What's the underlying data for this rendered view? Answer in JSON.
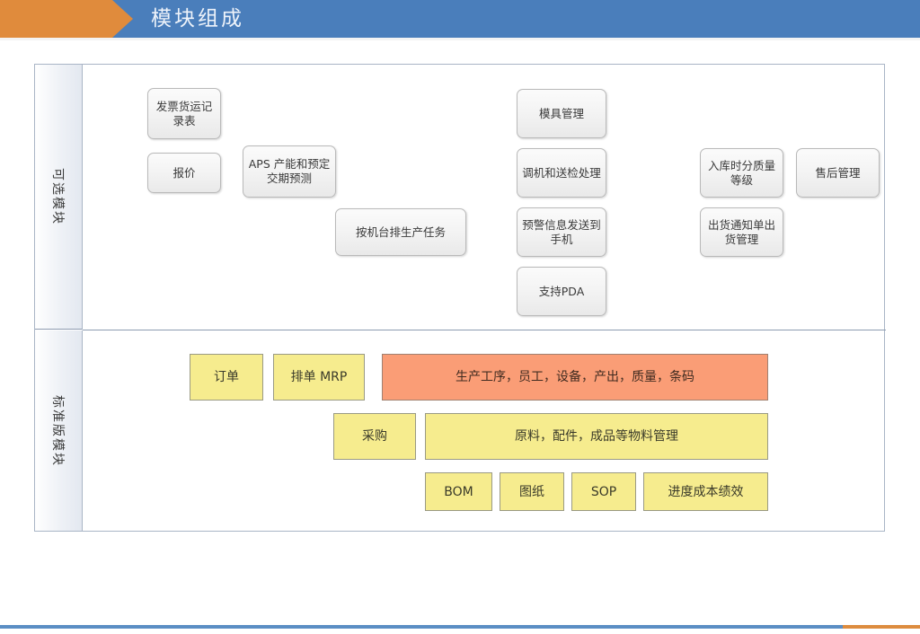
{
  "header": {
    "title": "模块组成",
    "banner_color": "#4a7ebb",
    "arrow_color": "#e08b3c"
  },
  "panel": {
    "sections": [
      {
        "id": "optional",
        "label": "可选模块"
      },
      {
        "id": "standard",
        "label": "标准版模块"
      }
    ]
  },
  "optional_modules": [
    {
      "label": "发票货运记录表"
    },
    {
      "label": "报价"
    },
    {
      "label": "APS 产能和预定交期预测"
    },
    {
      "label": "按机台排生产任务"
    },
    {
      "label": "模具管理"
    },
    {
      "label": "调机和送检处理"
    },
    {
      "label": "预警信息发送到手机"
    },
    {
      "label": "支持PDA"
    },
    {
      "label": "入库时分质量等级"
    },
    {
      "label": "售后管理"
    },
    {
      "label": "出货通知单出货管理"
    }
  ],
  "standard_modules": [
    {
      "label": "订单",
      "color": "#f6ec8e"
    },
    {
      "label": "排单 MRP",
      "color": "#f6ec8e"
    },
    {
      "label": "生产工序，员工，设备，产出，质量，条码",
      "color": "#fa9d76"
    },
    {
      "label": "采购",
      "color": "#f6ec8e"
    },
    {
      "label": "原料，配件，成品等物料管理",
      "color": "#f6ec8e"
    },
    {
      "label": "BOM",
      "color": "#f6ec8e"
    },
    {
      "label": "图纸",
      "color": "#f6ec8e"
    },
    {
      "label": "SOP",
      "color": "#f6ec8e"
    },
    {
      "label": "进度成本绩效",
      "color": "#f6ec8e"
    }
  ]
}
